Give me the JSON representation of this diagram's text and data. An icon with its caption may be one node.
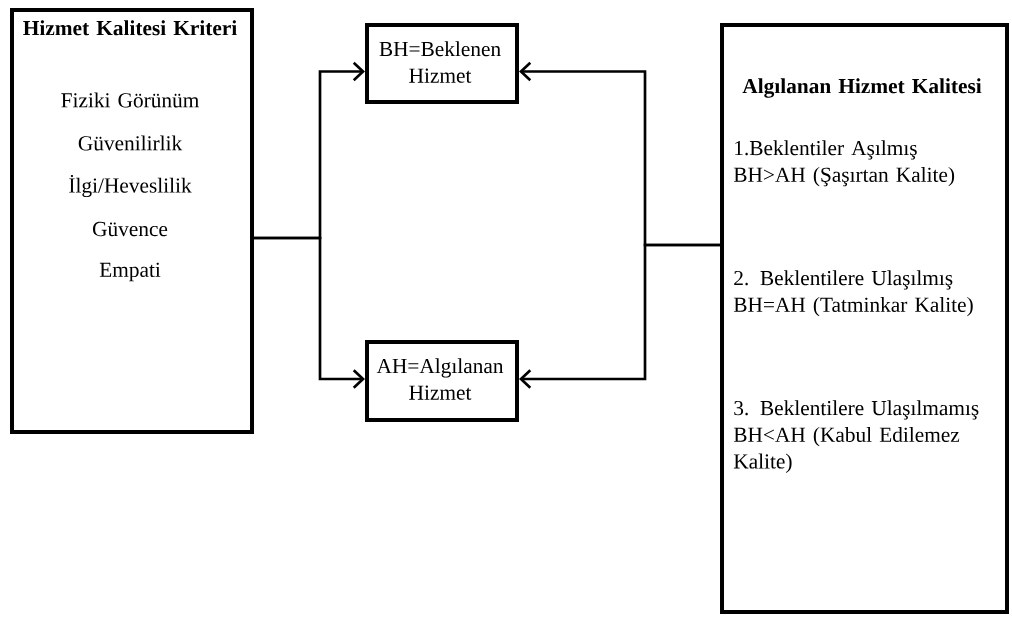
{
  "diagram": {
    "nodes": [
      {
        "text": [
          "Hizmet Kalitesi Kriteri",
          "Fiziki Görünüm",
          "Güvenilirlik",
          "İlgi/Heveslilik",
          "Güvence",
          "Empati"
        ]
      },
      {
        "text": [
          "BH=Beklenen Hizmet"
        ]
      },
      {
        "text": [
          "AH=Algılanan Hizmet"
        ]
      },
      {
        "text": [
          "Algılanan Hizmet Kalitesi",
          "1.Beklentiler Aşılmış BH>AH (Şaşırtan Kalite)",
          "2. Beklentilere Ulaşılmış BH=AH (Tatminkar Kalite)",
          "3. Beklentilere Ulaşılmamış BH<AH (Kabul Edilemez Kalite)"
        ]
      }
    ],
    "edges": [
      {
        "from": 0,
        "to": 1,
        "arrow": "to"
      },
      {
        "from": 0,
        "to": 2,
        "arrow": "to"
      },
      {
        "from": 3,
        "to": 1,
        "arrow": "to"
      },
      {
        "from": 3,
        "to": 2,
        "arrow": "to"
      }
    ]
  }
}
